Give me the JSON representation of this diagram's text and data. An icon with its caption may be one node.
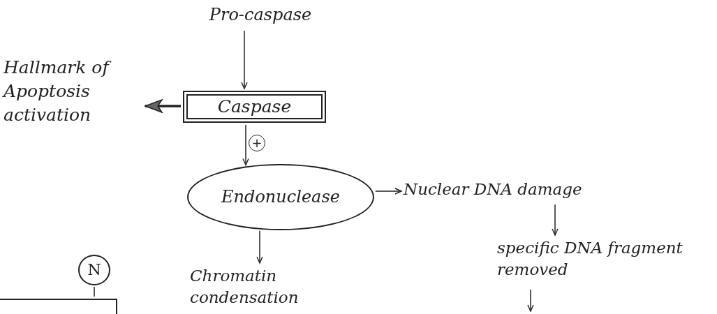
{
  "diagram": {
    "nodes": [
      {
        "text": [
          "Pro-caspase"
        ]
      },
      {
        "text": [
          "Caspase"
        ]
      },
      {
        "text": [
          "Hallmark of Apoptosis activation"
        ]
      },
      {
        "text": [
          "Endonuclease"
        ]
      },
      {
        "text": [
          "Nuclear DNA damage"
        ]
      },
      {
        "text": [
          "Chromatin condensation"
        ]
      },
      {
        "text": [
          "specific DNA fragment removed"
        ]
      },
      {
        "text": [
          "N"
        ]
      },
      {
        "text": [],
        "shape": "box"
      }
    ],
    "edges": [
      {
        "from": 0,
        "to": 1,
        "arrow": "to"
      },
      {
        "from": 1,
        "to": 2,
        "arrow": "to",
        "style": "thick"
      },
      {
        "from": 1,
        "to": 3,
        "arrow": "to",
        "label": "+"
      },
      {
        "from": 3,
        "to": 4,
        "arrow": "to"
      },
      {
        "from": 3,
        "to": 5,
        "arrow": "to"
      },
      {
        "from": 4,
        "to": 6,
        "arrow": "to"
      },
      {
        "from": 6,
        "to": null,
        "arrow": "to"
      },
      {
        "from": 7,
        "to": 8,
        "arrow": "none"
      }
    ]
  }
}
